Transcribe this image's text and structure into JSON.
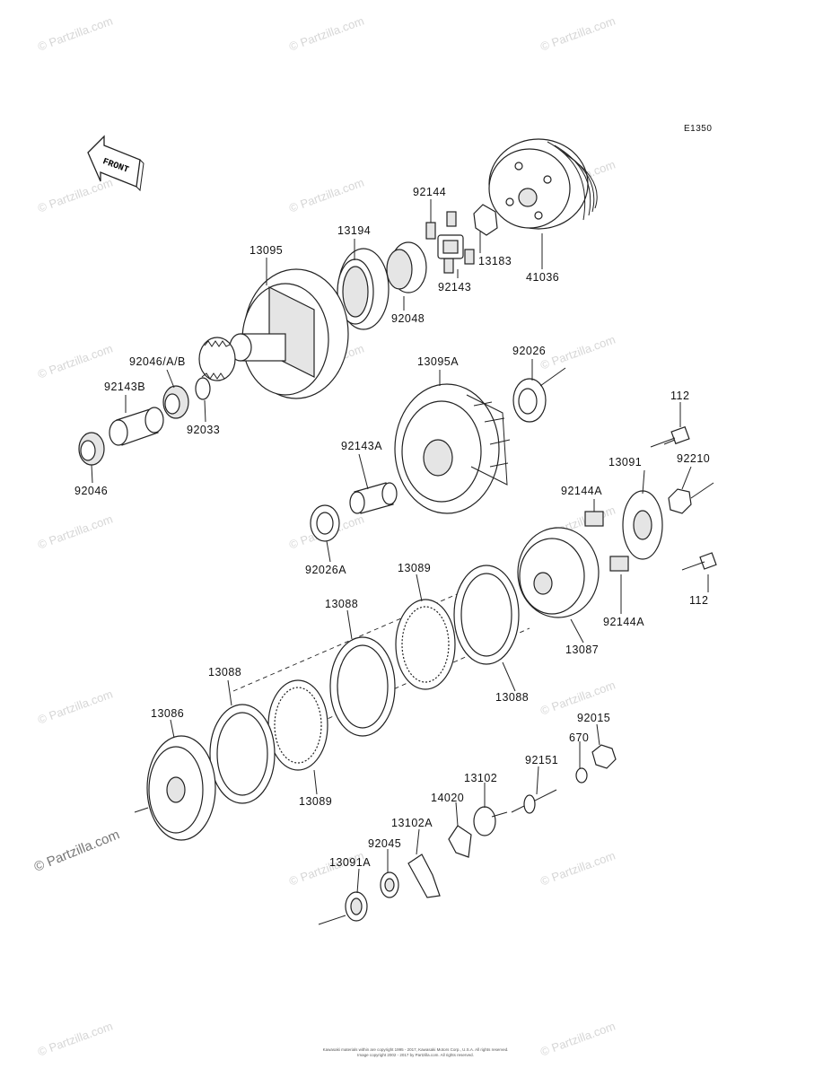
{
  "diagram": {
    "code": "E1350",
    "front_label": "FRONT",
    "watermark_text": "© Partzilla.com",
    "copyright_lines": [
      "Kawasaki materials within are copyright 1995 - 2017, Kawasaki Motors Corp., U.S.A. All rights reserved.",
      "Image copyright 2002 - 2017 by Partzilla.com. All rights reserved."
    ],
    "part_labels": {
      "p13095": "13095",
      "p13194": "13194",
      "p92144": "92144",
      "p13183": "13183",
      "p41036": "41036",
      "p92048": "92048",
      "p92143": "92143",
      "p92046ab": "92046/A/B",
      "p92143b": "92143B",
      "p92033": "92033",
      "p92046": "92046",
      "p13095a": "13095A",
      "p92026": "92026",
      "p112a": "112",
      "p13091": "13091",
      "p92210": "92210",
      "p92143a": "92143A",
      "p92144a_top": "92144A",
      "p92026a": "92026A",
      "p13089_top": "13089",
      "p13088_mid": "13088",
      "p112b": "112",
      "p92144a_bot": "92144A",
      "p13087": "13087",
      "p13088_left": "13088",
      "p13088_right": "13088",
      "p13086": "13086",
      "p92015": "92015",
      "p670": "670",
      "p92151": "92151",
      "p13089_bot": "13089",
      "p13102": "13102",
      "p14020": "14020",
      "p13102a": "13102A",
      "p92045": "92045",
      "p13091a": "13091A"
    }
  }
}
